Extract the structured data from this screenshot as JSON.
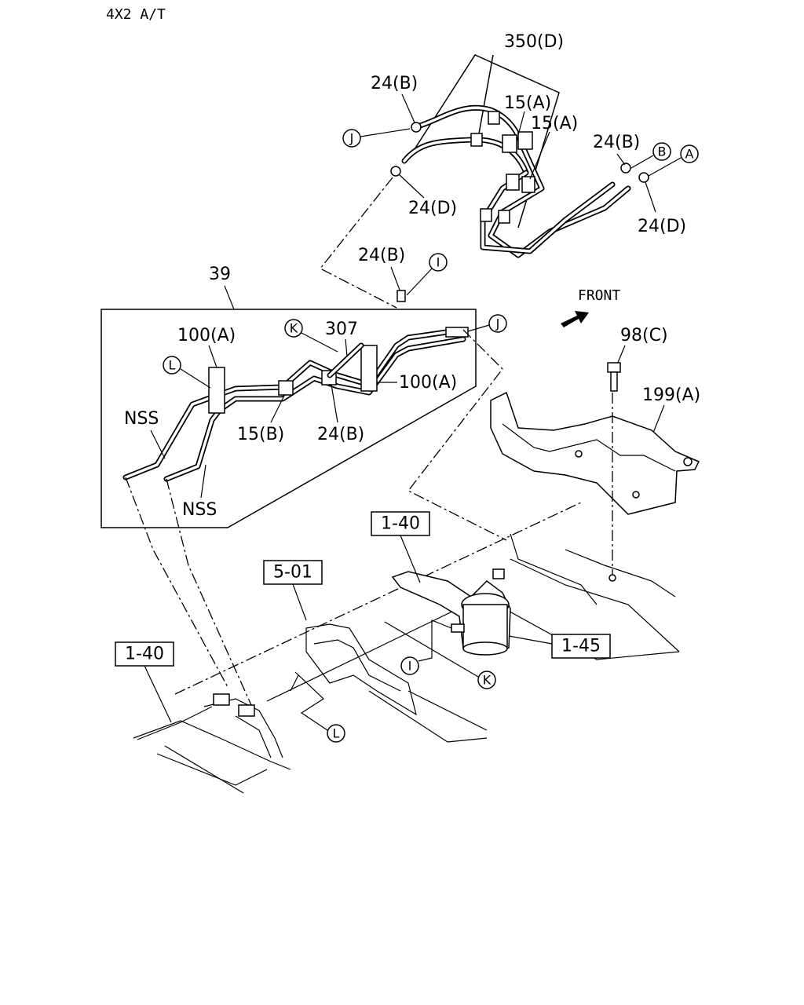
{
  "header": {
    "variant": "4X2 A/T"
  },
  "direction": {
    "front_label": "FRONT"
  },
  "labels": {
    "hose_assembly": "350(D)",
    "clip_15a": "15(A)",
    "clamp_24b": "24(B)",
    "clamp_24d": "24(D)",
    "pipe_group": "39",
    "clip_100a": "100(A)",
    "hose_307": "307",
    "clip_15b": "15(B)",
    "nss": "NSS",
    "bolt_98c": "98(C)",
    "bracket_199a": "199(A)"
  },
  "refs": {
    "frame_1_40": "1-40",
    "body_5_01": "5-01",
    "filter_1_45": "1-45"
  },
  "connectors": {
    "a": "A",
    "b": "B",
    "i": "I",
    "j": "J",
    "k": "K",
    "l": "L"
  }
}
